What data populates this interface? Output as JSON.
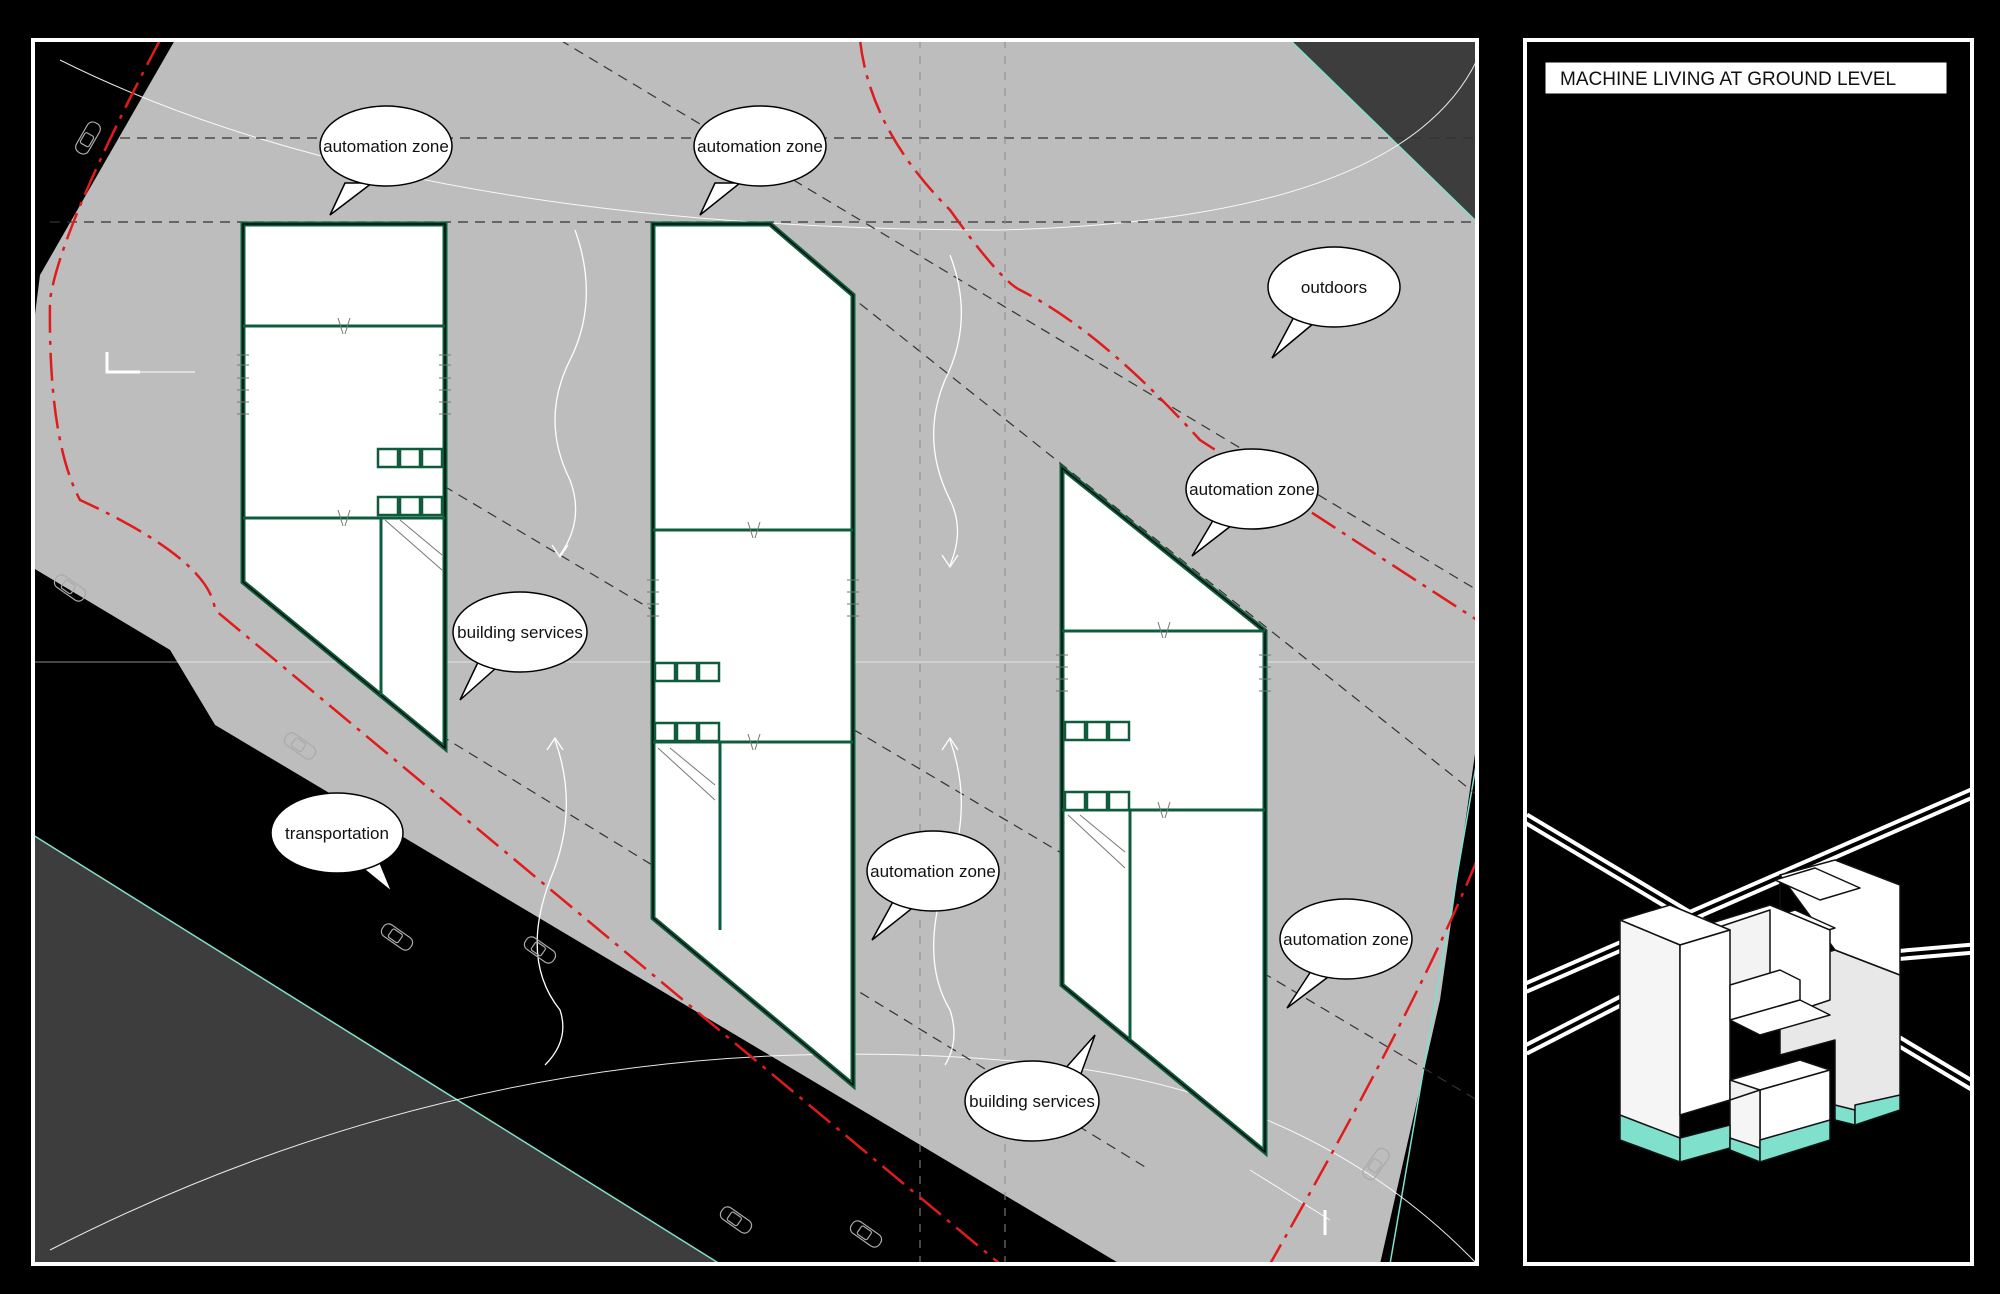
{
  "title": "MACHINE LIVING AT GROUND LEVEL",
  "colors": {
    "background": "#000000",
    "plaza": "#bdbdbd",
    "dark_ground": "#3d3d3d",
    "road": "#000000",
    "building_fill": "#ffffff",
    "building_outline": "#0f5c3c",
    "site_boundary": "#e01b1b",
    "accent_teal": "#7fe0cc"
  },
  "labels": {
    "automation_zone_1": "automation zone",
    "automation_zone_2": "automation zone",
    "automation_zone_3": "automation zone",
    "automation_zone_4": "automation zone",
    "automation_zone_5": "automation zone",
    "outdoors": "outdoors",
    "building_services_1": "building services",
    "building_services_2": "building services",
    "transportation": "transportation"
  },
  "icons": [
    "car-icon",
    "north-arrow-icon",
    "section-marker-icon",
    "flow-arrow-icon",
    "isometric-building-icon"
  ]
}
